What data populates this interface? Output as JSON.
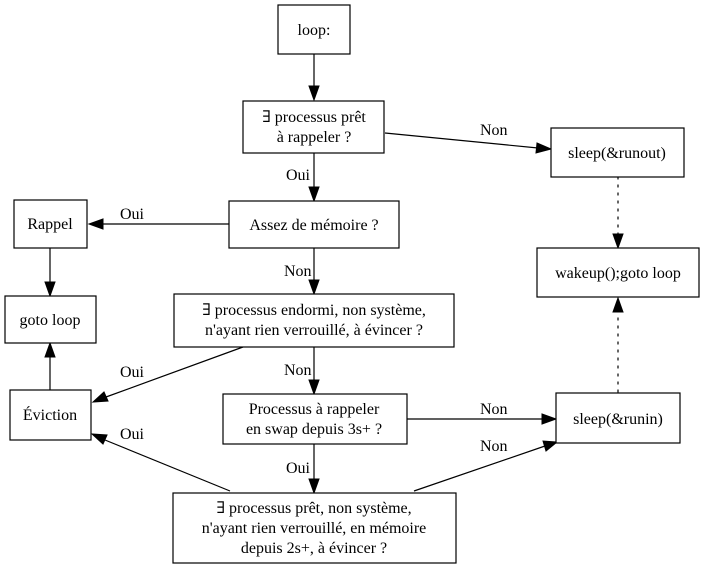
{
  "nodes": {
    "loop": "loop:",
    "q_ready_1": "∃ processus prêt",
    "q_ready_2": "à rappeler ?",
    "sleep_runout": "sleep(&runout)",
    "q_memory": "Assez de mémoire ?",
    "rappel": "Rappel",
    "goto_loop": "goto loop",
    "wakeup": "wakeup();goto loop",
    "q_sleeping_1": "∃ processus endormi, non système,",
    "q_sleeping_2": "n'ayant rien verrouillé, à évincer ?",
    "eviction": "Éviction",
    "q_swap_1": "Processus à rappeler",
    "q_swap_2": "en swap depuis 3s+ ?",
    "sleep_runin": "sleep(&runin)",
    "q_ready_mem_1": "∃ processus prêt, non système,",
    "q_ready_mem_2": "n'ayant rien verrouillé, en mémoire",
    "q_ready_mem_3": "depuis 2s+, à évincer ?"
  },
  "edge_labels": {
    "ready_to_sleep": "Non",
    "ready_to_memory": "Oui",
    "memory_to_rappel": "Oui",
    "memory_to_sleeping": "Non",
    "sleeping_to_eviction": "Oui",
    "sleeping_to_swap": "Non",
    "swap_to_runin": "Non",
    "swap_to_readymem": "Oui",
    "readymem_to_eviction": "Oui",
    "readymem_to_runin": "Non"
  },
  "colors": {
    "stroke": "#000000",
    "background": "#ffffff"
  }
}
